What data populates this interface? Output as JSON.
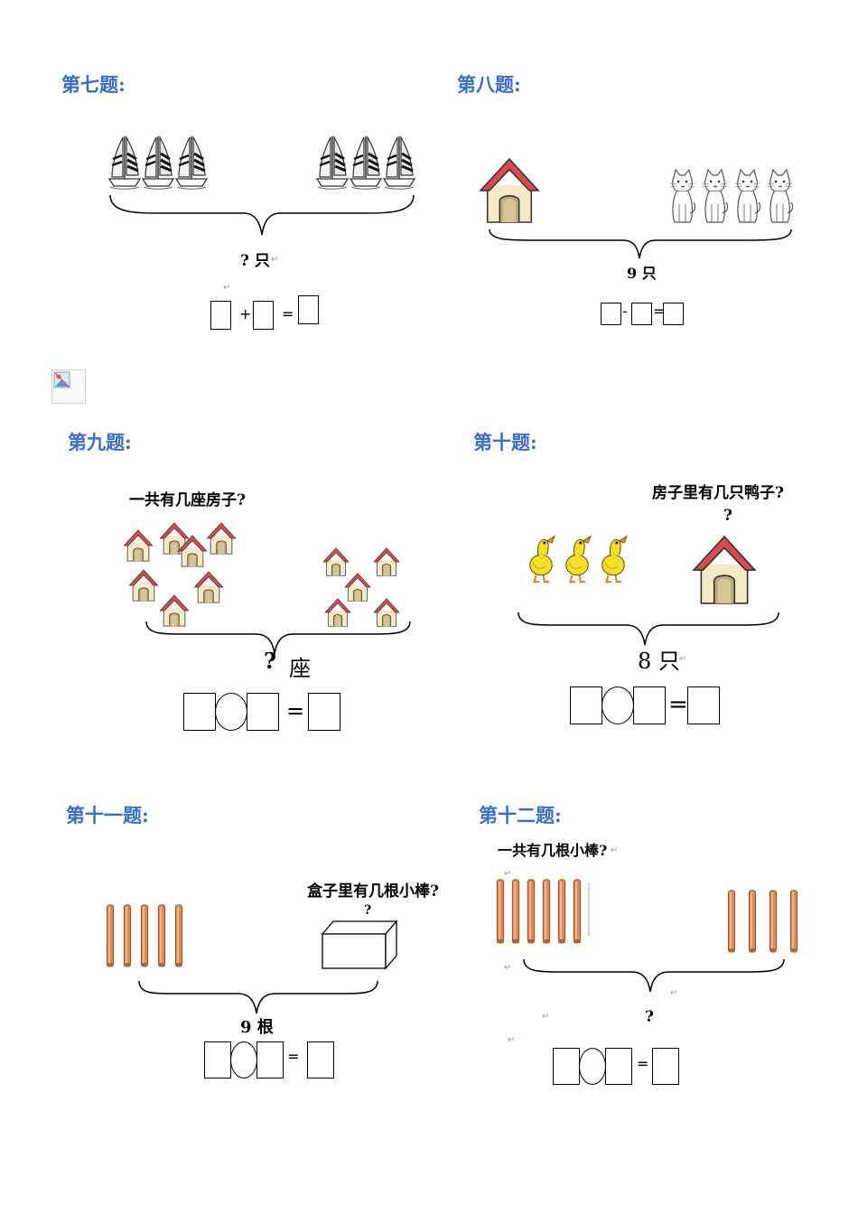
{
  "q7": {
    "title": "第七题:",
    "total_label": "? 只",
    "plus": "+",
    "equals": "="
  },
  "q8": {
    "title": "第八题:",
    "total_label": "9 只",
    "minus": "-",
    "equals": "="
  },
  "q9": {
    "title": "第九题:",
    "question": "一共有几座房子?",
    "total_q": "?",
    "total_unit": "座",
    "equals": "="
  },
  "q10": {
    "title": "第十题:",
    "question": "房子里有几只鸭子?",
    "hidden_q": "?",
    "total_label": "8 只",
    "equals": "="
  },
  "q11": {
    "title": "第十一题:",
    "question": "盒子里有几根小棒?",
    "hidden_q": "?",
    "total_label": "9 根",
    "equals": "="
  },
  "q12": {
    "title": "第十二题:",
    "question": "一共有几根小棒?",
    "total_label": "?",
    "equals": "="
  },
  "marks": {
    "para": "↵"
  },
  "icons": {
    "boat": "sailboat-icon",
    "house": "house-icon",
    "cat": "cat-icon",
    "duck": "duck-icon",
    "stick": "stick-icon",
    "box": "box-icon",
    "broken": "broken-image-icon"
  }
}
